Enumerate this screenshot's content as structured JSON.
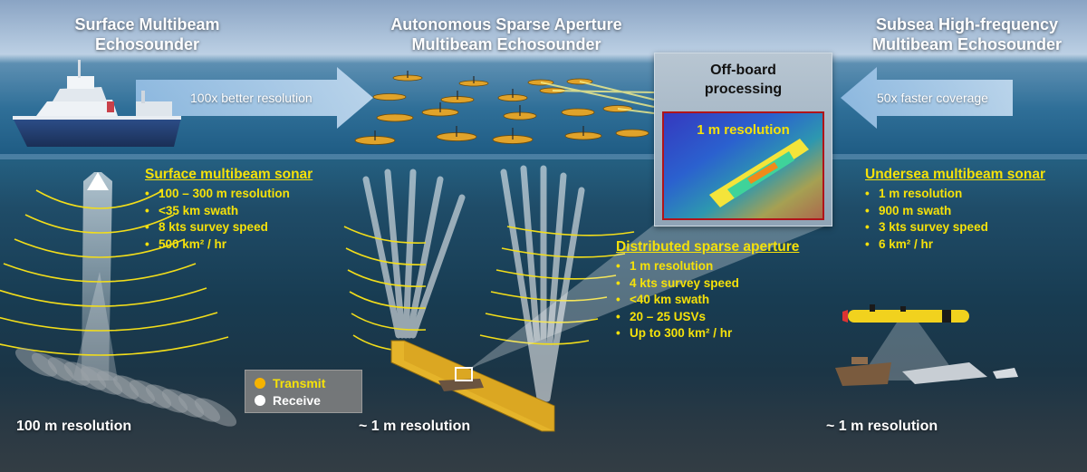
{
  "titles": {
    "left": [
      "Surface Multibeam",
      "Echosounder"
    ],
    "center": [
      "Autonomous Sparse Aperture",
      "Multibeam Echosounder"
    ],
    "right": [
      "Subsea High-frequency",
      "Multibeam Echosounder"
    ]
  },
  "arrows": {
    "left": "100x better resolution",
    "right": "50x faster coverage"
  },
  "offboard": {
    "title": [
      "Off-board",
      "processing"
    ],
    "map_label": "1 m resolution"
  },
  "panels": {
    "surface": {
      "title": "Surface multibeam sonar",
      "items": [
        "100 – 300 m resolution",
        "<35 km swath",
        "8 kts survey speed",
        "500 km² / hr"
      ]
    },
    "distributed": {
      "title": "Distributed sparse aperture",
      "items": [
        "1 m resolution",
        "4 kts survey speed",
        "<40 km swath",
        "20 – 25 USVs",
        "Up to 300 km² / hr"
      ]
    },
    "undersea": {
      "title": "Undersea multibeam sonar",
      "items": [
        "1 m resolution",
        "900 m swath",
        "3 kts survey speed",
        "6 km² / hr"
      ]
    }
  },
  "legend": {
    "transmit": "Transmit",
    "receive": "Receive"
  },
  "bottom": {
    "left": "100 m resolution",
    "center": "~ 1 m resolution",
    "right": "~ 1 m resolution"
  },
  "colors": {
    "accent_yellow": "#f5e10a",
    "transmit": "#f5b300",
    "receive": "#ffffff",
    "frame_red": "#b0141a"
  }
}
